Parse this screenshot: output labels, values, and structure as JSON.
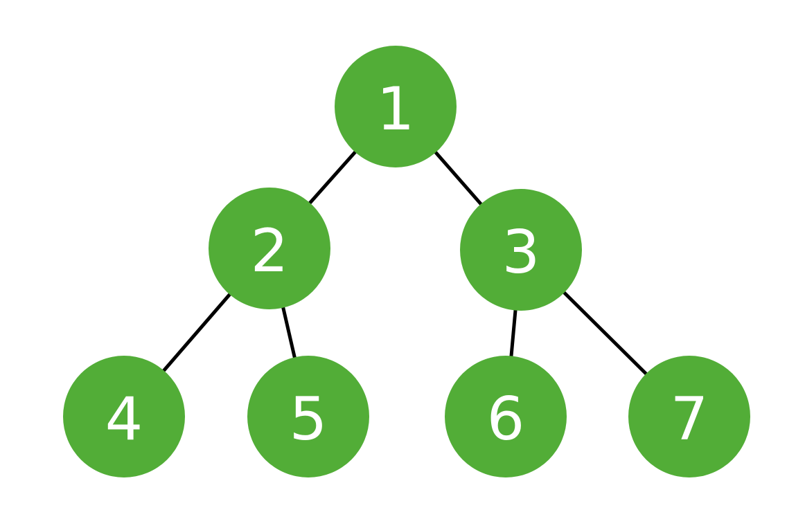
{
  "colors": {
    "node_fill": "#52ad37",
    "edge": "#000000",
    "label": "#ffffff",
    "background": "#ffffff"
  },
  "nodes": [
    {
      "id": "1",
      "label": "1"
    },
    {
      "id": "2",
      "label": "2"
    },
    {
      "id": "3",
      "label": "3"
    },
    {
      "id": "4",
      "label": "4"
    },
    {
      "id": "5",
      "label": "5"
    },
    {
      "id": "6",
      "label": "6"
    },
    {
      "id": "7",
      "label": "7"
    }
  ],
  "edges": [
    {
      "from": "1",
      "to": "2"
    },
    {
      "from": "1",
      "to": "3"
    },
    {
      "from": "2",
      "to": "4"
    },
    {
      "from": "2",
      "to": "5"
    },
    {
      "from": "3",
      "to": "6"
    },
    {
      "from": "3",
      "to": "7"
    }
  ]
}
